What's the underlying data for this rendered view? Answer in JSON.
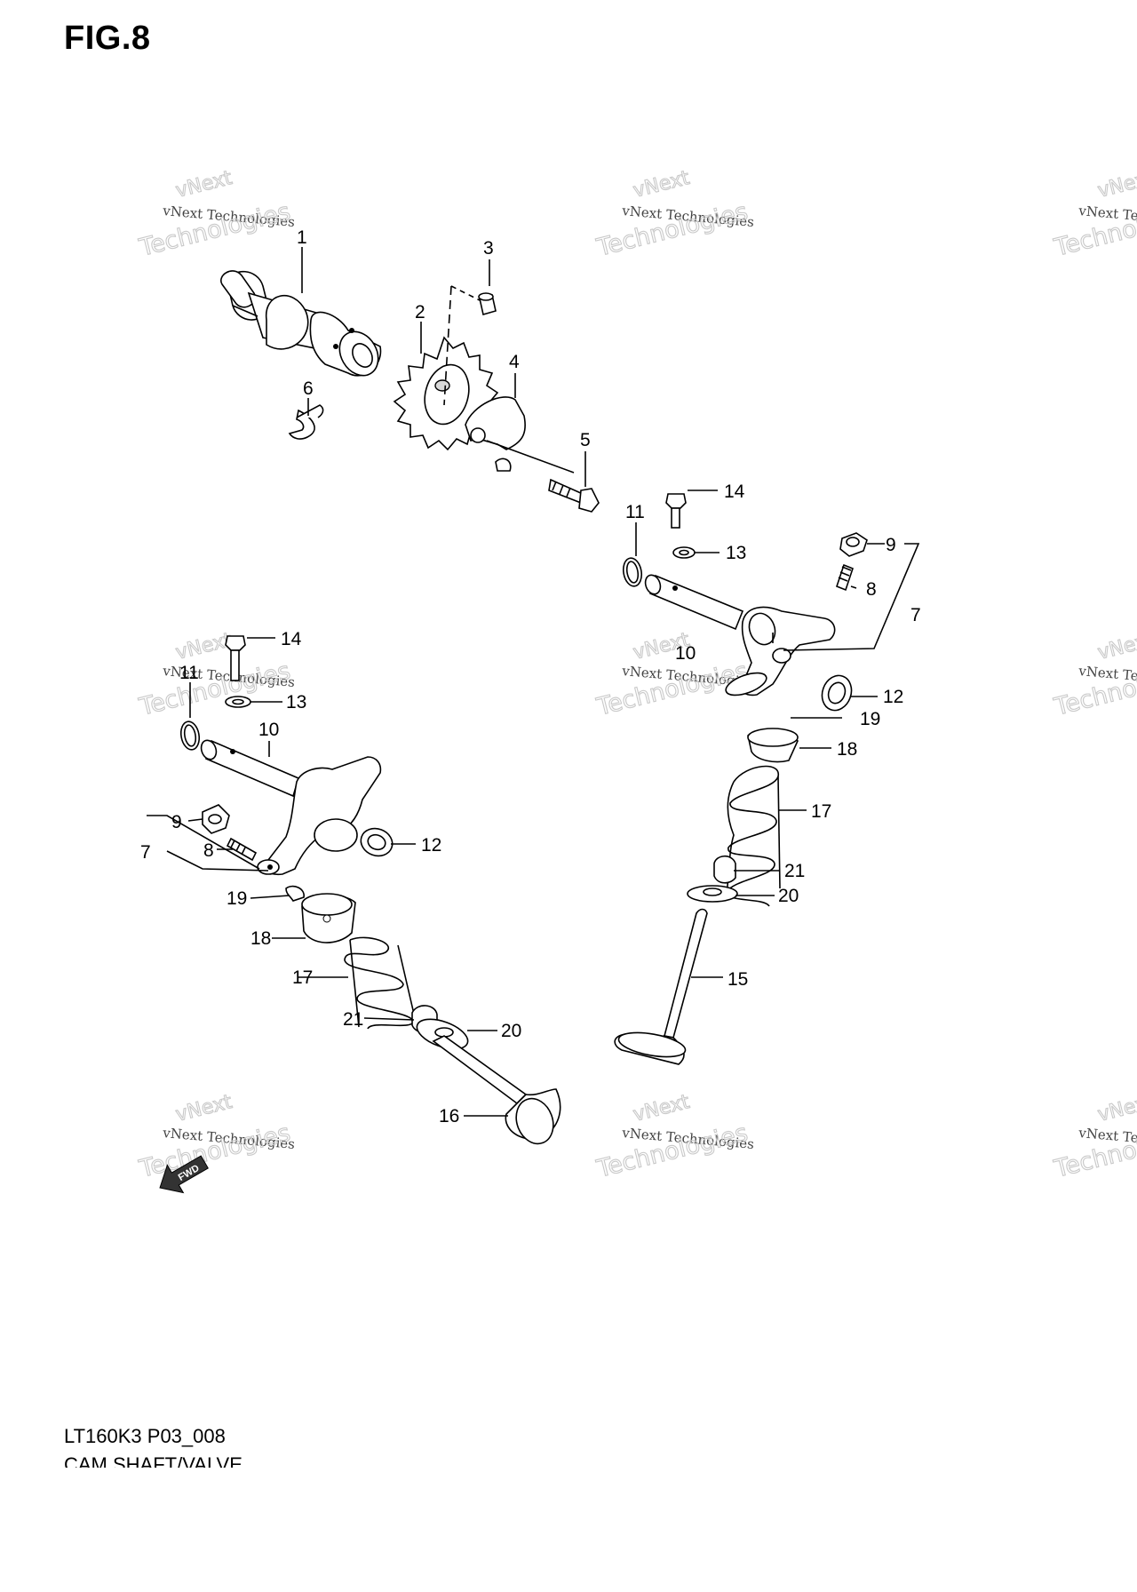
{
  "figure": {
    "title": "FIG.8",
    "caption_code": "LT160K3 P03_008",
    "caption_name": "CAM SHAFT/VALVE"
  },
  "watermark": {
    "brand": "vNext",
    "line": "vNext Technologies",
    "big": "Technologies"
  },
  "fwd_label": "FWD",
  "callouts": {
    "c1": "1",
    "c2": "2",
    "c3": "3",
    "c4": "4",
    "c5": "5",
    "c6": "6",
    "c14a": "14",
    "c11a": "11",
    "c13a": "13",
    "c9a": "9",
    "c8a": "8",
    "c7a": "7",
    "c10a": "10",
    "c12a": "12",
    "c19a": "19",
    "c18a": "18",
    "c17a": "17",
    "c21a": "21",
    "c20a": "20",
    "c15": "15",
    "c14b": "14",
    "c11b": "11",
    "c13b": "13",
    "c10b": "10",
    "c9b": "9",
    "c8b": "8",
    "c7b": "7",
    "c12b": "12",
    "c19b": "19",
    "c18b": "18",
    "c17b": "17",
    "c21b": "21",
    "c20b": "20",
    "c16": "16"
  }
}
